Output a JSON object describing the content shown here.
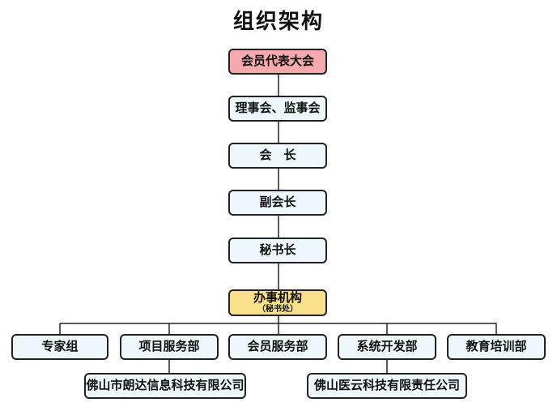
{
  "title": "组织架构",
  "nodes": {
    "assembly": "会员代表大会",
    "board": "理事会、监事会",
    "president": "会　长",
    "vice_president": "副会长",
    "secretary_general": "秘书长",
    "office": {
      "label": "办事机构",
      "sub": "（秘书处）"
    },
    "departments": [
      "专家组",
      "项目服务部",
      "会员服务部",
      "系统开发部",
      "教育培训部"
    ],
    "companies": [
      "佛山市朗达信息科技有限公司",
      "佛山医云科技有限责任公司"
    ]
  },
  "colors": {
    "top_fill": "#f4a9ad",
    "office_fill": "#f8e08a",
    "box_fill": "#eef7fb",
    "border": "#222222"
  }
}
